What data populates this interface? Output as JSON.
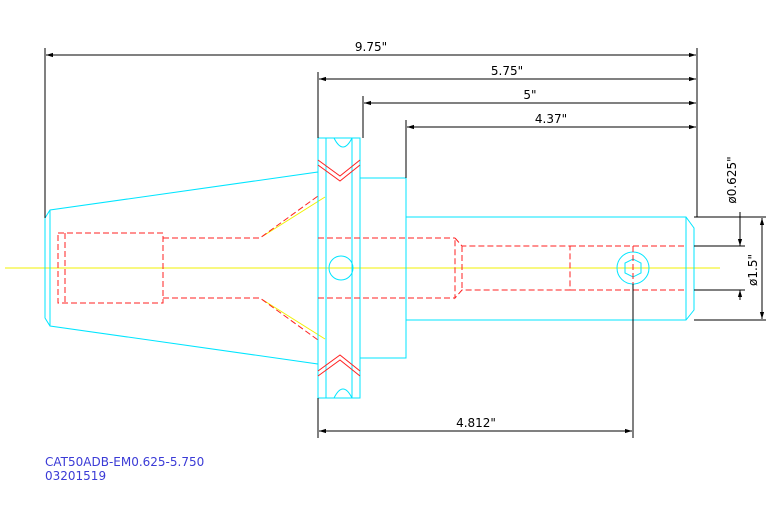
{
  "dimensions": {
    "overall_length": "9.75\"",
    "gage_length": "5.75\"",
    "flange_to_end": "5\"",
    "body_length": "4.37\"",
    "setscrew_location": "4.812\"",
    "bore_diameter": "ø0.625\"",
    "body_diameter": "ø1.5\""
  },
  "title_block": {
    "part_number": "CAT50ADB-EM0.625-5.750",
    "drawing_number": "03201519"
  },
  "colors": {
    "outline": "#00e5ff",
    "hidden": "#ff2020",
    "centerline": "#f0f000",
    "dimension": "#000000",
    "text_blue": "#3b3bd6"
  }
}
